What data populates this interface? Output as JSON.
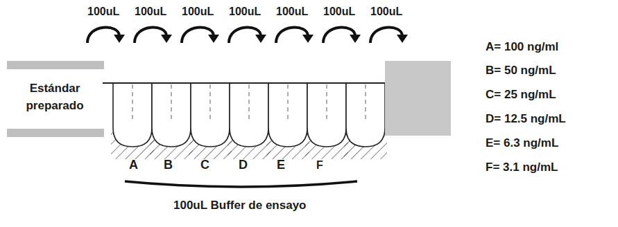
{
  "diagram": {
    "labels": [
      "100uL",
      "100uL",
      "100uL",
      "100uL",
      "100uL",
      "100uL",
      "100uL",
      "Estándar preparado",
      "A",
      "B",
      "C",
      "D",
      "E",
      "F",
      "100uL Buffer de ensayo",
      "A= 100 ng/ml",
      "B= 50 ng/mL",
      "C= 25 ng/mL",
      "D= 12.5 ng/mL",
      "E= 6.3 ng/mL",
      "F= 3.1 ng/mL"
    ]
  }
}
